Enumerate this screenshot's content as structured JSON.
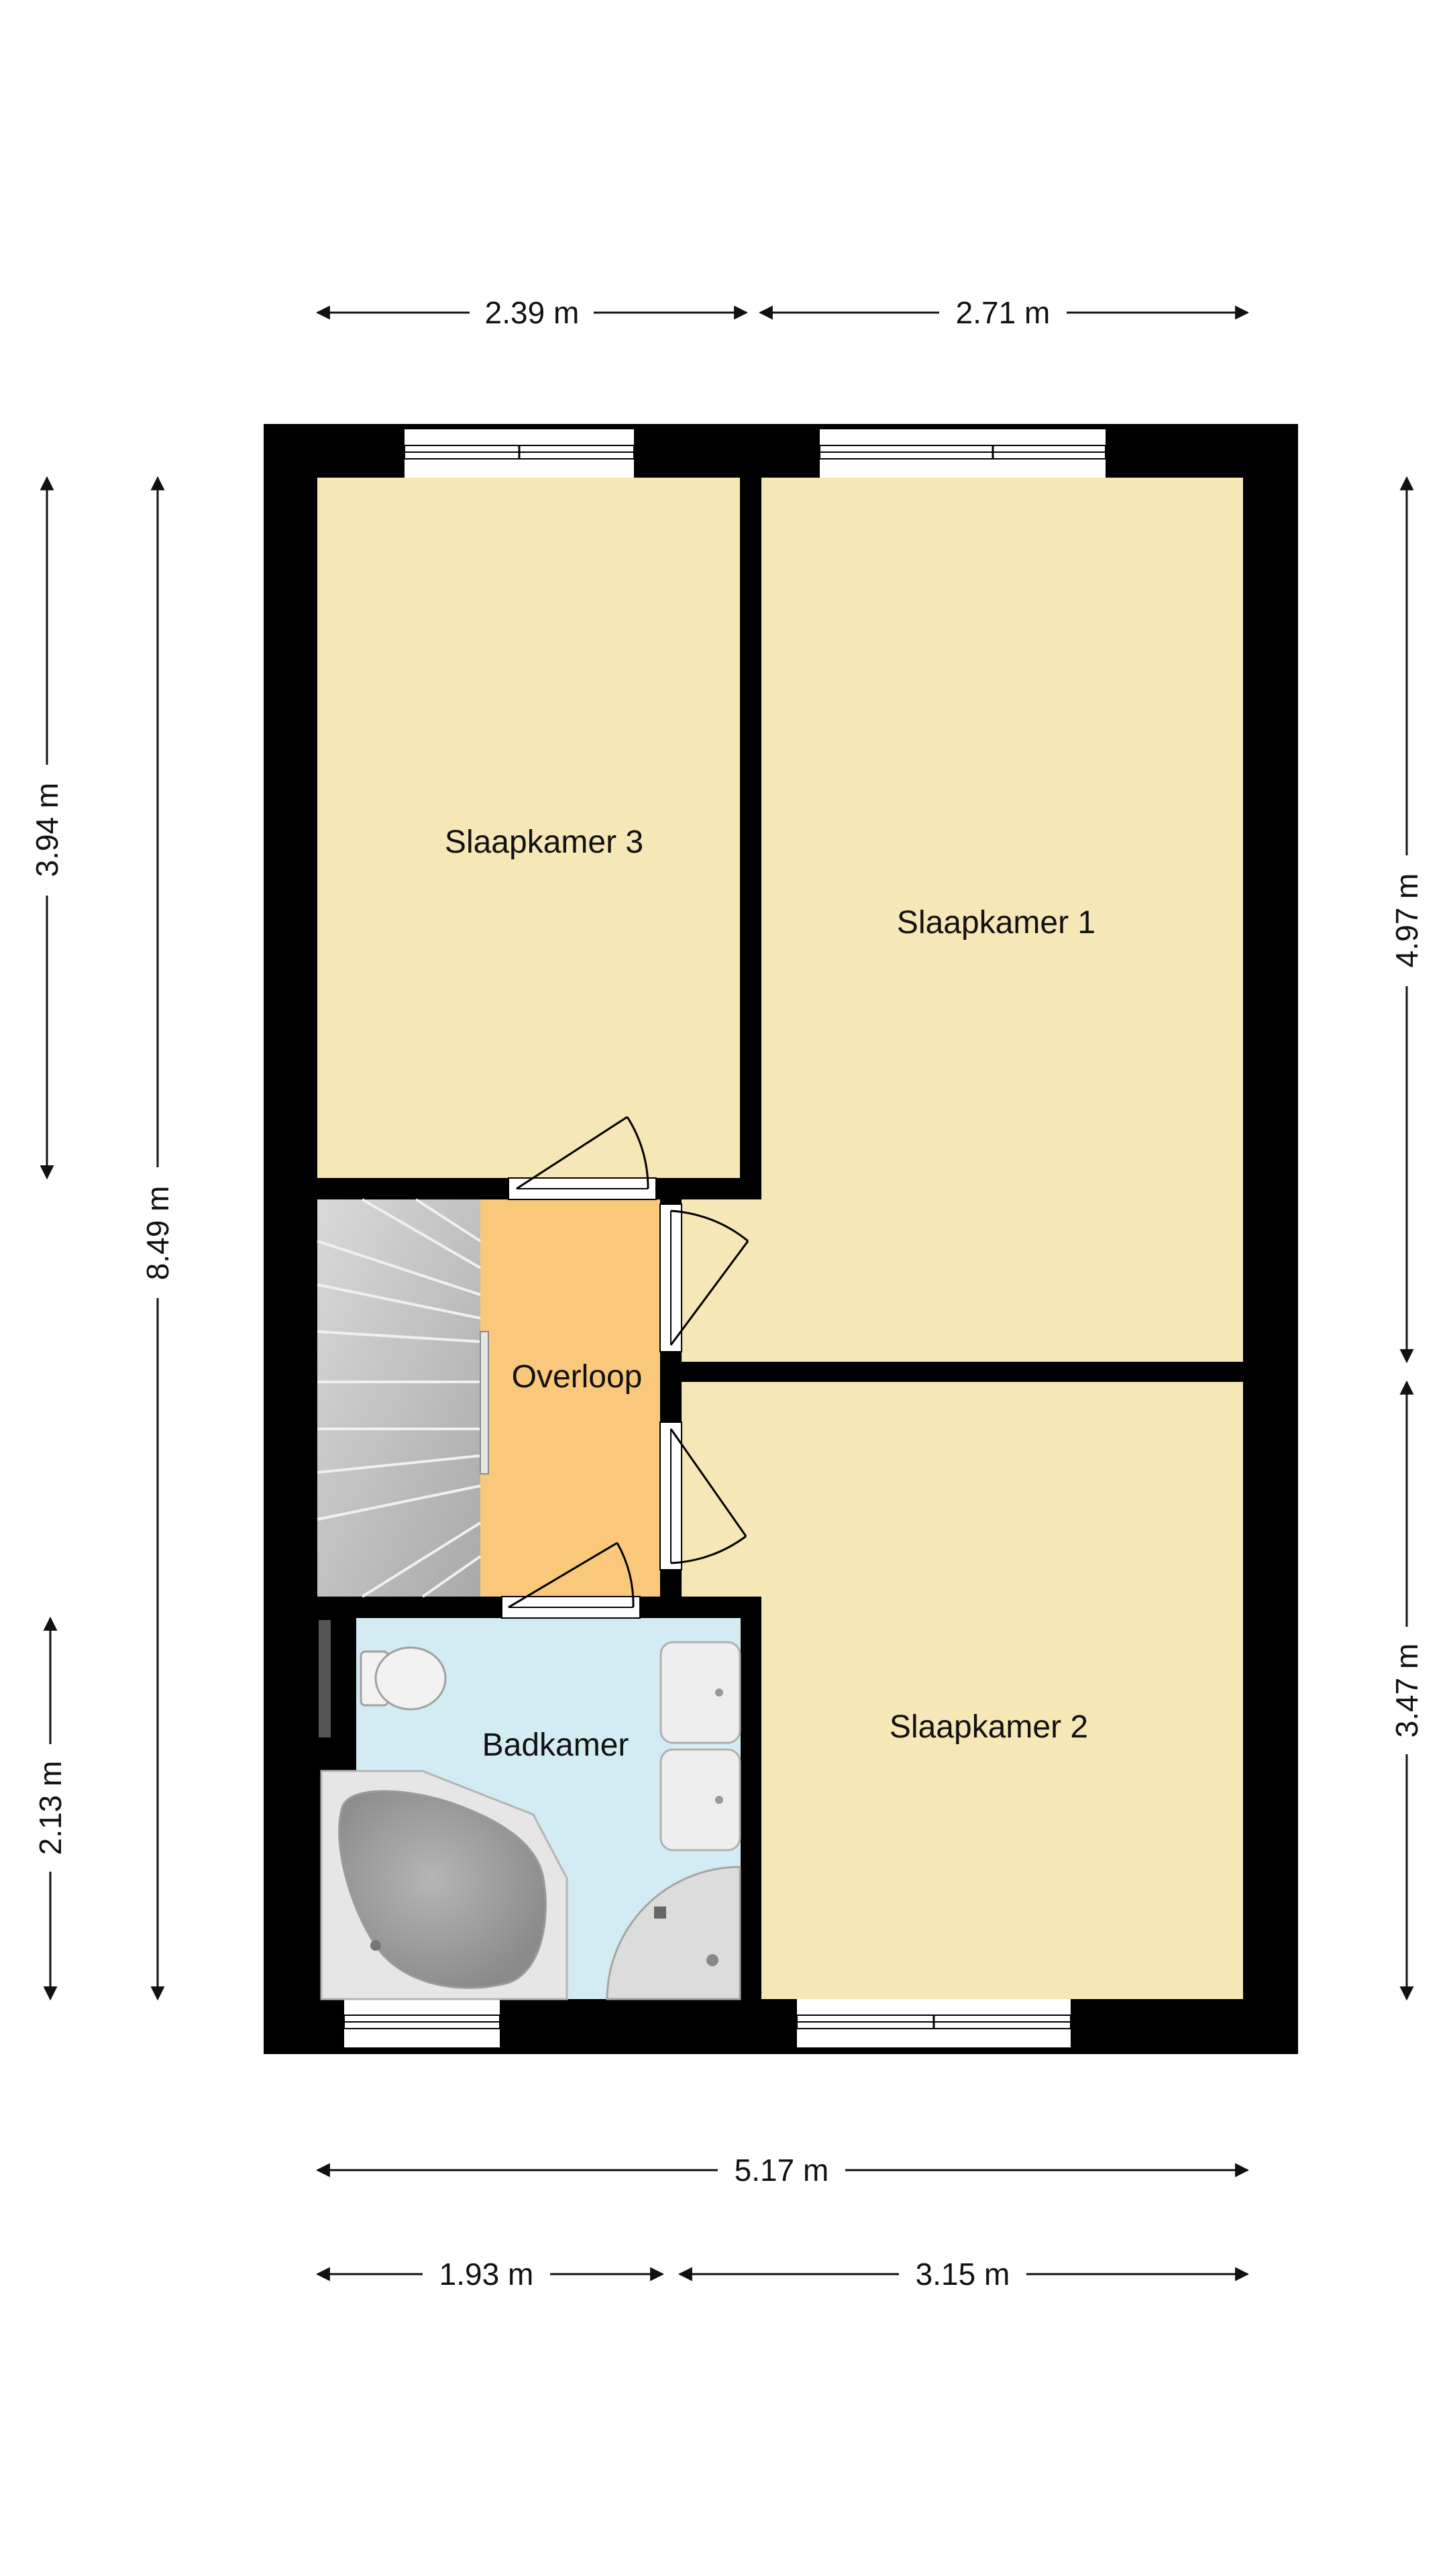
{
  "rooms": {
    "slaapkamer_3": "Slaapkamer 3",
    "slaapkamer_1": "Slaapkamer 1",
    "slaapkamer_2": "Slaapkamer 2",
    "overloop": "Overloop",
    "badkamer": "Badkamer"
  },
  "dimensions": {
    "top_left": "2.39 m",
    "top_right": "2.71 m",
    "left_upper": "3.94 m",
    "left_total": "8.49 m",
    "left_lower": "2.13 m",
    "right_upper": "4.97 m",
    "right_lower": "3.47 m",
    "bottom_total": "5.17 m",
    "bottom_left": "1.93 m",
    "bottom_right": "3.15 m"
  },
  "colors": {
    "wall": "#000000",
    "bedroom_floor": "#f5e7b6",
    "landing_floor": "#f9c87a",
    "bathroom_floor": "#d3ebf2",
    "stairs": "#c8c8c8",
    "fixtures": "#e2e2e2",
    "window_frame": "#ffffff"
  },
  "icons": {
    "window": "window-icon",
    "door": "door-swing-icon",
    "staircase": "staircase-icon",
    "toilet": "toilet-icon",
    "sink": "sink-icon",
    "bathtub": "corner-bathtub-icon",
    "shower": "corner-shower-icon",
    "dimension_arrow": "dimension-arrow-icon"
  }
}
